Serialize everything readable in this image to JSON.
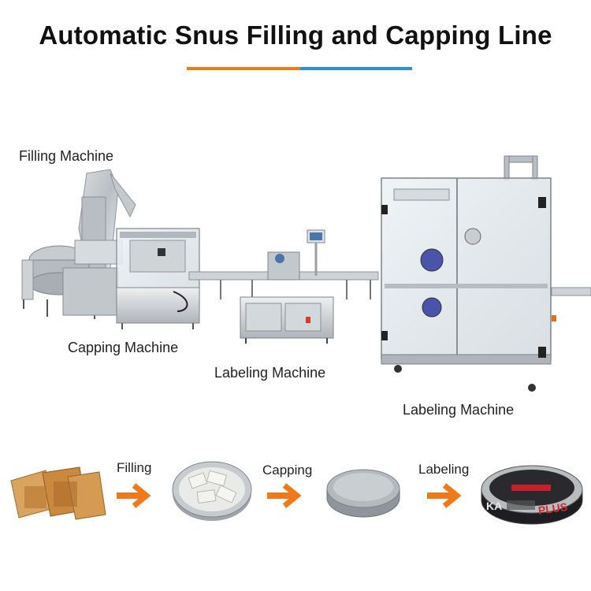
{
  "title": "Automatic Snus Filling and Capping Line",
  "accent_colors": {
    "orange": "#f07a1a",
    "blue": "#2a93c9"
  },
  "machine_labels": {
    "filling": "Filling Machine",
    "capping": "Capping Machine",
    "labeling_small": "Labeling Machine",
    "labeling_large": "Labeling Machine"
  },
  "process": {
    "steps": [
      {
        "label": "Filling",
        "arrow_icon": "arrow-right-icon"
      },
      {
        "label": "Capping",
        "arrow_icon": "arrow-right-icon"
      },
      {
        "label": "Labeling",
        "arrow_icon": "arrow-right-icon"
      }
    ],
    "products": [
      "snus-pouches",
      "filled-can",
      "capped-can",
      "labeled-can"
    ],
    "can_label_text": "KA",
    "can_label_brand": "PLUS"
  }
}
